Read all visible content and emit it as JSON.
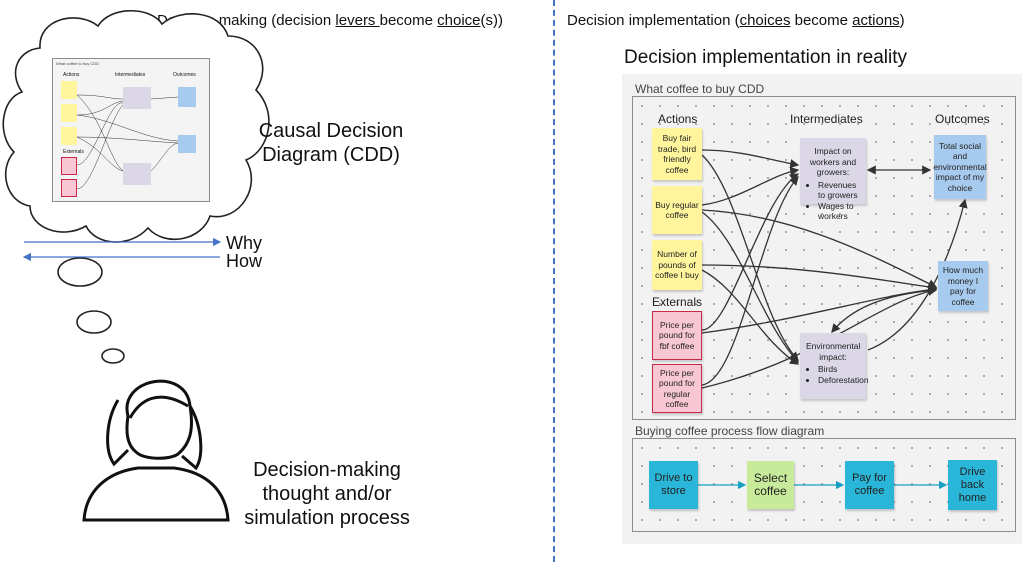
{
  "left_title": {
    "prefix": "Decision making (decision ",
    "levers": "levers ",
    "middle": "become ",
    "choice": "choice",
    "suffix": "(s))"
  },
  "right_title": {
    "prefix": "Decision implementation (",
    "choices": "choices",
    "middle": " become ",
    "actions": "actions",
    "suffix": ")"
  },
  "reality_heading": "Decision implementation in reality",
  "cdd_label_line1": "Causal Decision",
  "cdd_label_line2": "Diagram (CDD)",
  "why_label": "Why",
  "how_label": "How",
  "process_label_line1": "Decision-making",
  "process_label_line2": "thought and/or",
  "process_label_line3": "simulation process",
  "cdd": {
    "frame_title": "What coffee to buy CDD",
    "col_actions": "Actions",
    "col_intermediates": "Intermediates",
    "col_outcomes": "Outcomes",
    "externals_label": "Externals",
    "actions": [
      "Buy fair trade, bird friendly coffee",
      "Buy regular coffee",
      "Number of pounds of coffee I buy"
    ],
    "externals": [
      "Price per pound for fbf coffee",
      "Price per pound for regular coffee"
    ],
    "intermediate_workers": {
      "title": "Impact on workers and growers:",
      "bullets": [
        "Revenues to growers",
        "Wages to workers"
      ]
    },
    "intermediate_env": {
      "title": "Environmental impact:",
      "bullets": [
        "Birds",
        "Deforestation"
      ]
    },
    "outcomes": [
      "Total social and environmental impact of my choice",
      "How much money I pay for coffee"
    ]
  },
  "flow": {
    "frame_title": "Buying coffee process flow diagram",
    "steps": [
      "Drive to store",
      "Select coffee",
      "Pay for coffee",
      "Drive back home"
    ]
  },
  "colors": {
    "divider": "#4472c4",
    "arrow_blue": "#4472c4",
    "action_note": "#fff59d",
    "external_note": "#f8c7d4",
    "external_border": "#c62a48",
    "intermediate_note": "#dcd7e6",
    "outcome_note": "#a7cbee",
    "flow_box": "#29b6d8",
    "flow_selected": "#c7eb9b"
  }
}
